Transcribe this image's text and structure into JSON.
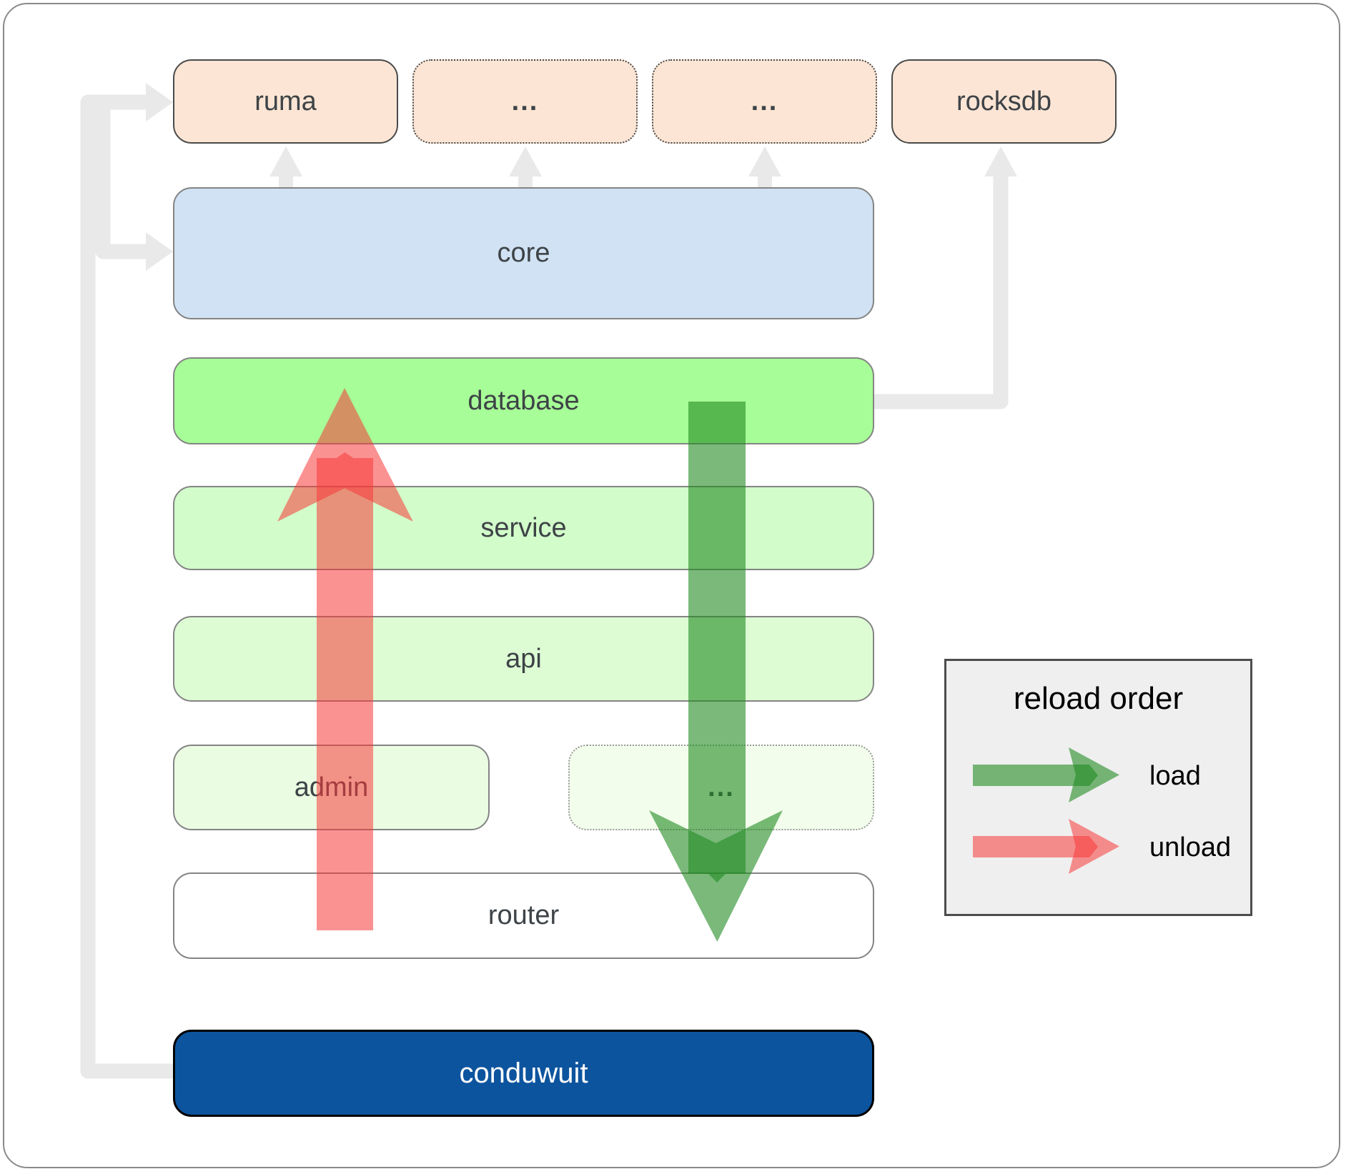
{
  "boxes": {
    "ruma": {
      "label": "ruma"
    },
    "misc_top_1": {
      "label": "..."
    },
    "misc_top_2": {
      "label": "..."
    },
    "rocksdb": {
      "label": "rocksdb"
    },
    "core": {
      "label": "core"
    },
    "database": {
      "label": "database"
    },
    "service": {
      "label": "service"
    },
    "api": {
      "label": "api"
    },
    "admin": {
      "label": "admin"
    },
    "misc_mid": {
      "label": "..."
    },
    "router": {
      "label": "router"
    },
    "conduwuit": {
      "label": "conduwuit"
    }
  },
  "legend": {
    "title": "reload order",
    "items": [
      {
        "label": "load",
        "color": "rgba(34,139,34,0.6)"
      },
      {
        "label": "unload",
        "color": "rgba(248,57,57,0.55)"
      }
    ]
  },
  "colors": {
    "peach_box": "#fce5d4",
    "core_blue": "#d0e2f3",
    "database_green": "#a7fd97",
    "service_green": "#d2fdca",
    "api_green": "#ddfcd4",
    "admin_green": "#eafce2",
    "misc_green": "#f2fdec",
    "router_white": "#ffffff",
    "conduwuit_blue": "#0d549e",
    "connector_gray": "#e9e9e9",
    "legend_bg": "#efefef",
    "load_arrow_green": "rgba(34,139,34,0.6)",
    "unload_arrow_red": "rgba(248,57,57,0.55)"
  }
}
